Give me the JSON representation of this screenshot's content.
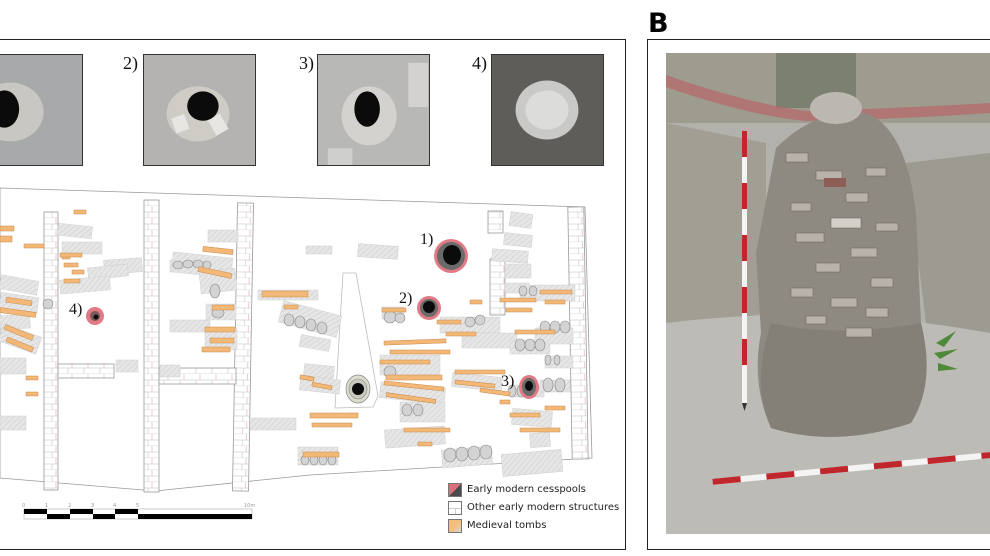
{
  "panels": {
    "b_letter": "B"
  },
  "thumbnails": [
    {
      "label": "2)",
      "name": "cesspool-2"
    },
    {
      "label": "3)",
      "name": "cesspool-3"
    },
    {
      "label": "4)",
      "name": "cesspool-4"
    }
  ],
  "map": {
    "markers": [
      {
        "label": "1)"
      },
      {
        "label": "2)"
      },
      {
        "label": "3)"
      },
      {
        "label": "4)"
      }
    ],
    "scale_bar": {
      "ticks": [
        "0",
        "1",
        "2",
        "3",
        "4",
        "5",
        "10m"
      ]
    }
  },
  "legend": {
    "items": [
      {
        "label": "Early modern cesspools",
        "color": "#d9707a",
        "color2": "#4a4a4a"
      },
      {
        "label": "Other early modern structures",
        "color": "#ffffff"
      },
      {
        "label": "Medieval tombs",
        "color": "#f3bd7b"
      }
    ]
  },
  "colors": {
    "tomb": "#f3b777",
    "stone": "#d8d8d8",
    "cesspool_ring": "#e07a84",
    "cesspool_core": "#111111",
    "brick_line": "#9a9a9a"
  }
}
